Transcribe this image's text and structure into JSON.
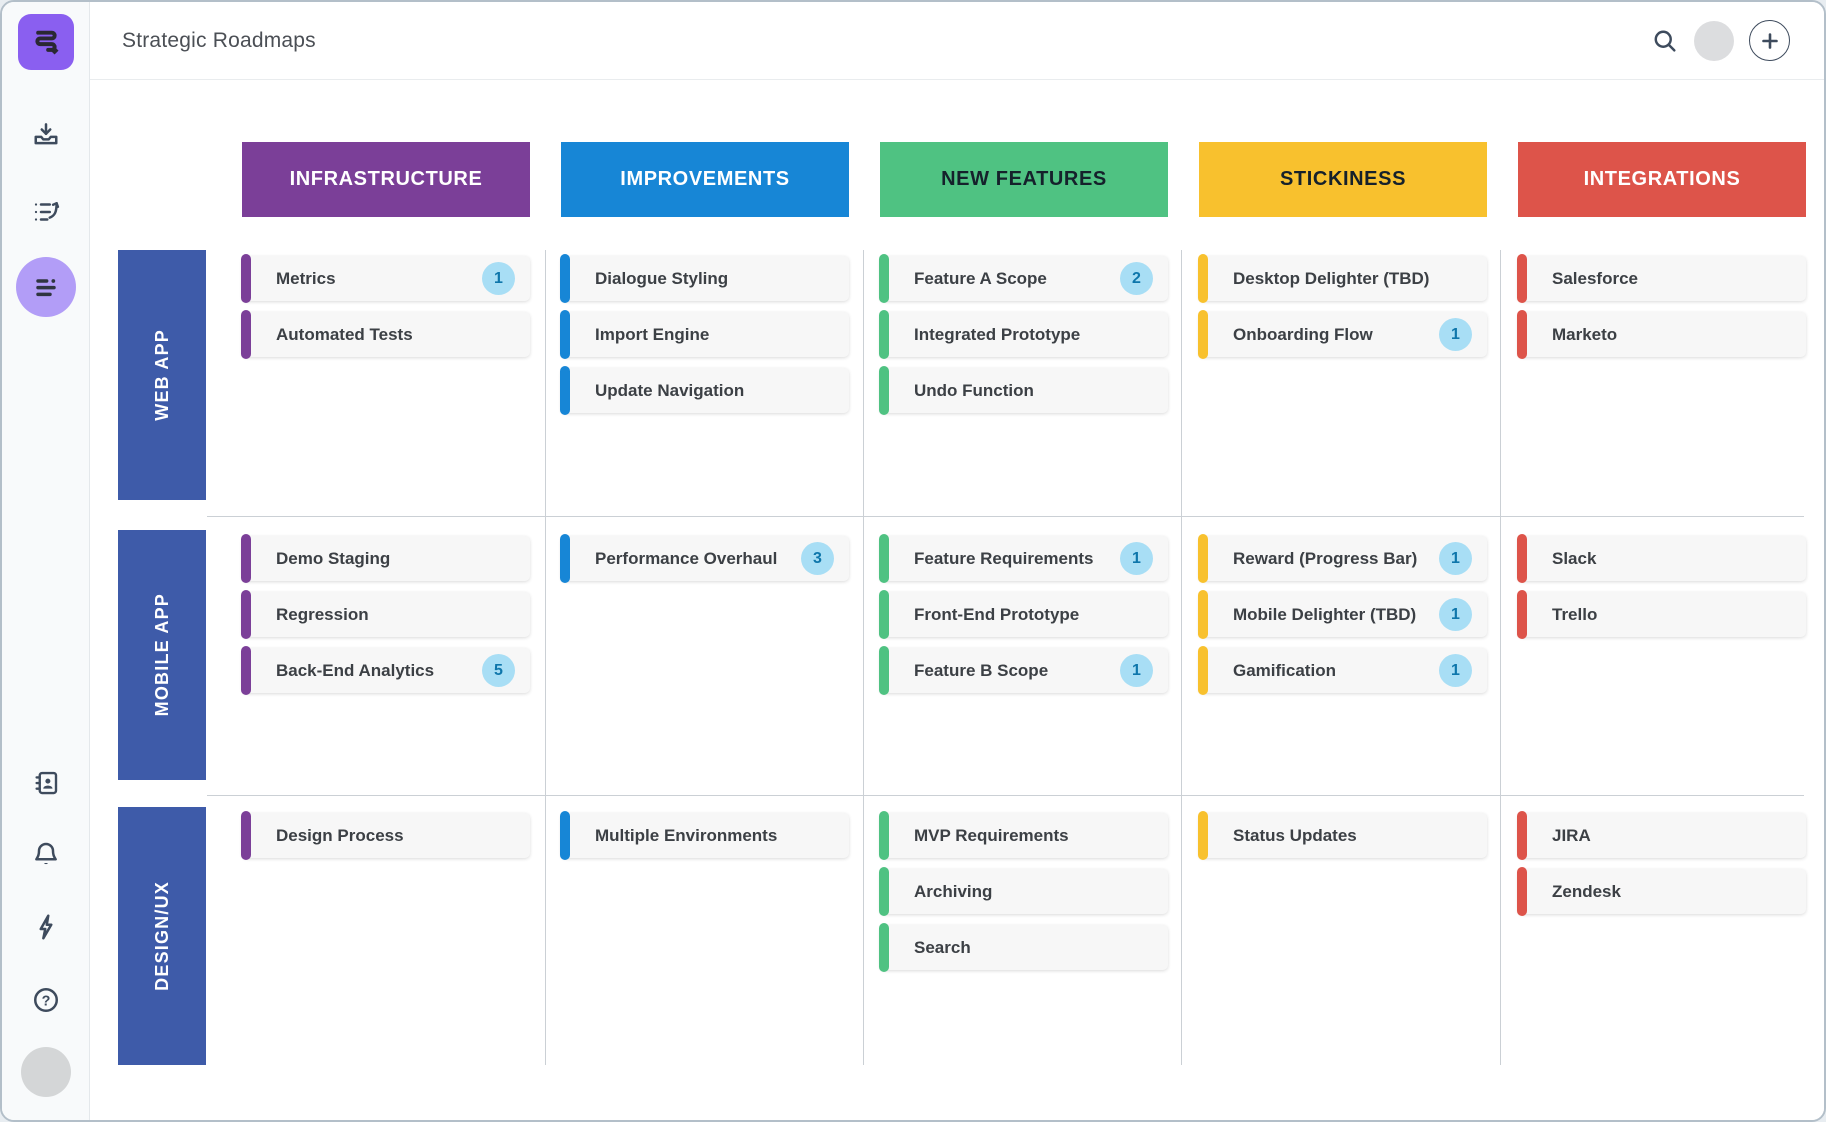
{
  "topbar": {
    "title": "Strategic Roadmaps",
    "search_icon": "search-icon",
    "plus_icon": "plus-icon"
  },
  "sidebar": {
    "logo": "roadmunk-logo",
    "items": [
      {
        "name": "import-tray-icon",
        "active": false
      },
      {
        "name": "items-list-icon",
        "active": false
      },
      {
        "name": "roadmap-swimlane-icon",
        "active": true
      },
      {
        "name": "contacts-book-icon",
        "active": false
      },
      {
        "name": "notifications-bell-icon",
        "active": false
      },
      {
        "name": "activity-bolt-icon",
        "active": false
      },
      {
        "name": "help-icon",
        "active": false
      }
    ],
    "active_bg": "#b29df7"
  },
  "board": {
    "columns": [
      {
        "id": "infrastructure",
        "label": "INFRASTRUCTURE",
        "color": "#7b3f98",
        "text_color": "#ffffff"
      },
      {
        "id": "improvements",
        "label": "IMPROVEMENTS",
        "color": "#1786d6",
        "text_color": "#ffffff"
      },
      {
        "id": "new-features",
        "label": "NEW FEATURES",
        "color": "#4fc282",
        "text_color": "#15212b"
      },
      {
        "id": "stickiness",
        "label": "STICKINESS",
        "color": "#f8c12e",
        "text_color": "#15212b"
      },
      {
        "id": "integrations",
        "label": "INTEGRATIONS",
        "color": "#dd544a",
        "text_color": "#ffffff"
      }
    ],
    "rows": [
      {
        "id": "web-app",
        "label": "WEB APP"
      },
      {
        "id": "mobile-app",
        "label": "MOBILE APP"
      },
      {
        "id": "design-ux",
        "label": "DESIGN/UX"
      }
    ],
    "row_bar_color": "#3e5ba9",
    "badge": {
      "bg": "#a8def5",
      "text_color": "#0e76ab"
    },
    "cells": [
      [
        [
          {
            "label": "Metrics",
            "count": 1
          },
          {
            "label": "Automated Tests"
          }
        ],
        [
          {
            "label": "Dialogue Styling"
          },
          {
            "label": "Import Engine"
          },
          {
            "label": "Update Navigation"
          }
        ],
        [
          {
            "label": "Feature A Scope",
            "count": 2
          },
          {
            "label": "Integrated Prototype"
          },
          {
            "label": "Undo Function"
          }
        ],
        [
          {
            "label": "Desktop Delighter (TBD)"
          },
          {
            "label": "Onboarding Flow",
            "count": 1
          }
        ],
        [
          {
            "label": "Salesforce"
          },
          {
            "label": "Marketo"
          }
        ]
      ],
      [
        [
          {
            "label": "Demo Staging"
          },
          {
            "label": "Regression"
          },
          {
            "label": "Back-End Analytics",
            "count": 5
          }
        ],
        [
          {
            "label": "Performance Overhaul",
            "count": 3
          }
        ],
        [
          {
            "label": "Feature Requirements",
            "count": 1
          },
          {
            "label": "Front-End Prototype"
          },
          {
            "label": "Feature B Scope",
            "count": 1
          }
        ],
        [
          {
            "label": "Reward (Progress Bar)",
            "count": 1
          },
          {
            "label": "Mobile Delighter (TBD)",
            "count": 1
          },
          {
            "label": "Gamification",
            "count": 1
          }
        ],
        [
          {
            "label": "Slack"
          },
          {
            "label": "Trello"
          }
        ]
      ],
      [
        [
          {
            "label": "Design Process"
          }
        ],
        [
          {
            "label": "Multiple Environments"
          }
        ],
        [
          {
            "label": "MVP Requirements"
          },
          {
            "label": "Archiving"
          },
          {
            "label": "Search"
          }
        ],
        [
          {
            "label": "Status Updates"
          }
        ],
        [
          {
            "label": "JIRA"
          },
          {
            "label": "Zendesk"
          }
        ]
      ]
    ]
  }
}
